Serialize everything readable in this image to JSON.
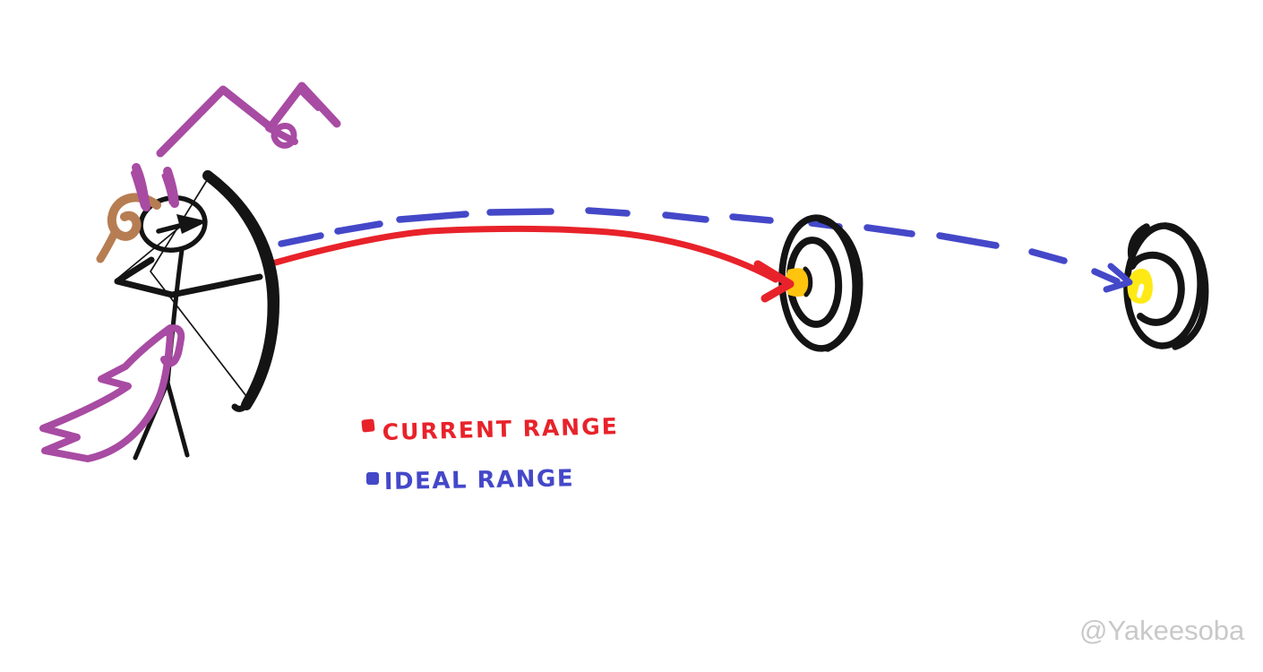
{
  "canvas": {
    "background": "#ffffff"
  },
  "colors": {
    "black": "#141414",
    "red": "#e8222a",
    "blue": "#4448c8",
    "purple": "#a84ba3",
    "brown": "#b77d52",
    "yellow_near": "#ffc40e",
    "yellow_far": "#ffe915",
    "white": "#ffffff",
    "watermark_gray": "#c9c9c9"
  },
  "legend": {
    "items": [
      {
        "label": "CURRENT RANGE",
        "color": "#e8222a",
        "marker": "square",
        "line_style": "solid"
      },
      {
        "label": "IDEAL RANGE",
        "color": "#4448c8",
        "marker": "square",
        "line_style": "dashed"
      }
    ]
  },
  "watermark": {
    "text": "@Yakeesoba",
    "color": "#c9c9c9"
  },
  "scene": {
    "arrows": [
      {
        "name": "current-range-arrow",
        "style": "solid",
        "color": "#e8222a",
        "from": "archer-bow",
        "to": "near-target-bullseye"
      },
      {
        "name": "ideal-range-arrow",
        "style": "dashed",
        "color": "#4448c8",
        "from": "archer-bow",
        "to": "far-target-bullseye"
      }
    ],
    "targets": [
      {
        "name": "near-target",
        "bullseye_color": "#ffc40e"
      },
      {
        "name": "far-target",
        "bullseye_color": "#ffe915"
      }
    ]
  }
}
